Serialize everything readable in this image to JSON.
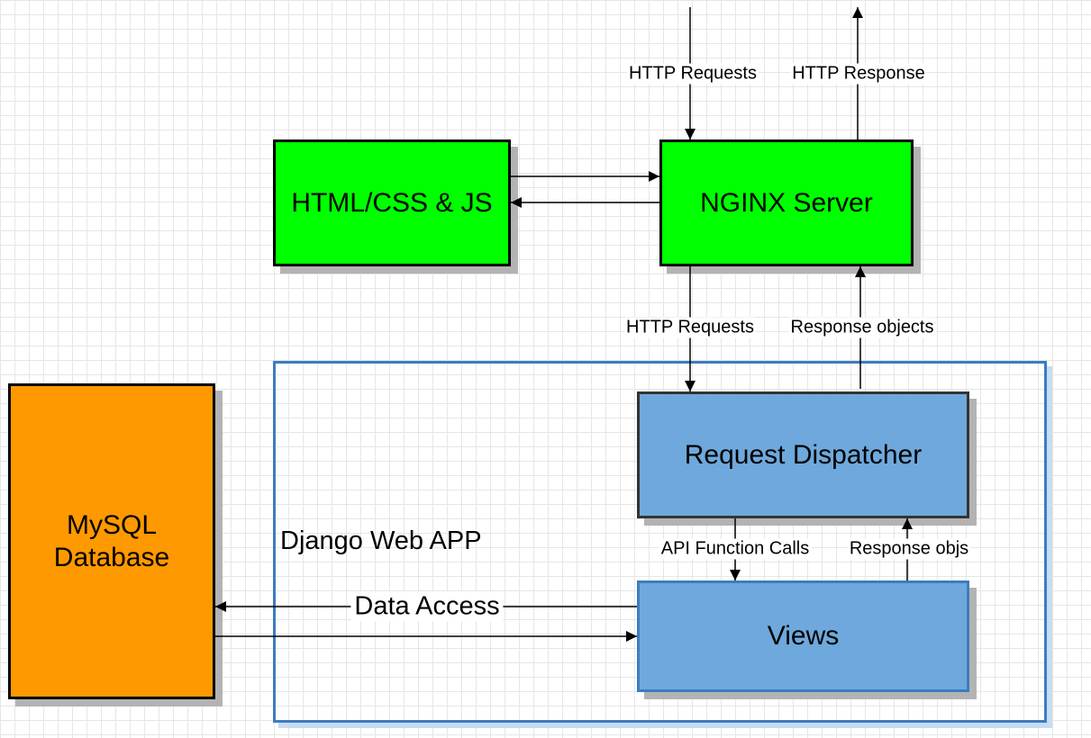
{
  "diagram": {
    "nodes": {
      "html": {
        "label": "HTML/CSS & JS",
        "color": "#00ff00"
      },
      "nginx": {
        "label": "NGINX Server",
        "color": "#00ff00"
      },
      "dispatcher": {
        "label": "Request Dispatcher",
        "color": "#6fa8dc"
      },
      "views": {
        "label": "Views",
        "color": "#6fa8dc"
      },
      "mysql": {
        "line1": "MySQL",
        "line2": "Database",
        "color": "#ff9900"
      }
    },
    "container": {
      "label": "Django Web APP",
      "border_color": "#3d7cbf"
    },
    "edges": {
      "external_requests": "HTTP Requests",
      "external_response": "HTTP Response",
      "nginx_to_dispatcher": "HTTP Requests",
      "dispatcher_to_nginx": "Response objects",
      "dispatcher_to_views": "API Function Calls",
      "views_to_dispatcher": "Response objs",
      "data_access": "Data Access"
    }
  }
}
